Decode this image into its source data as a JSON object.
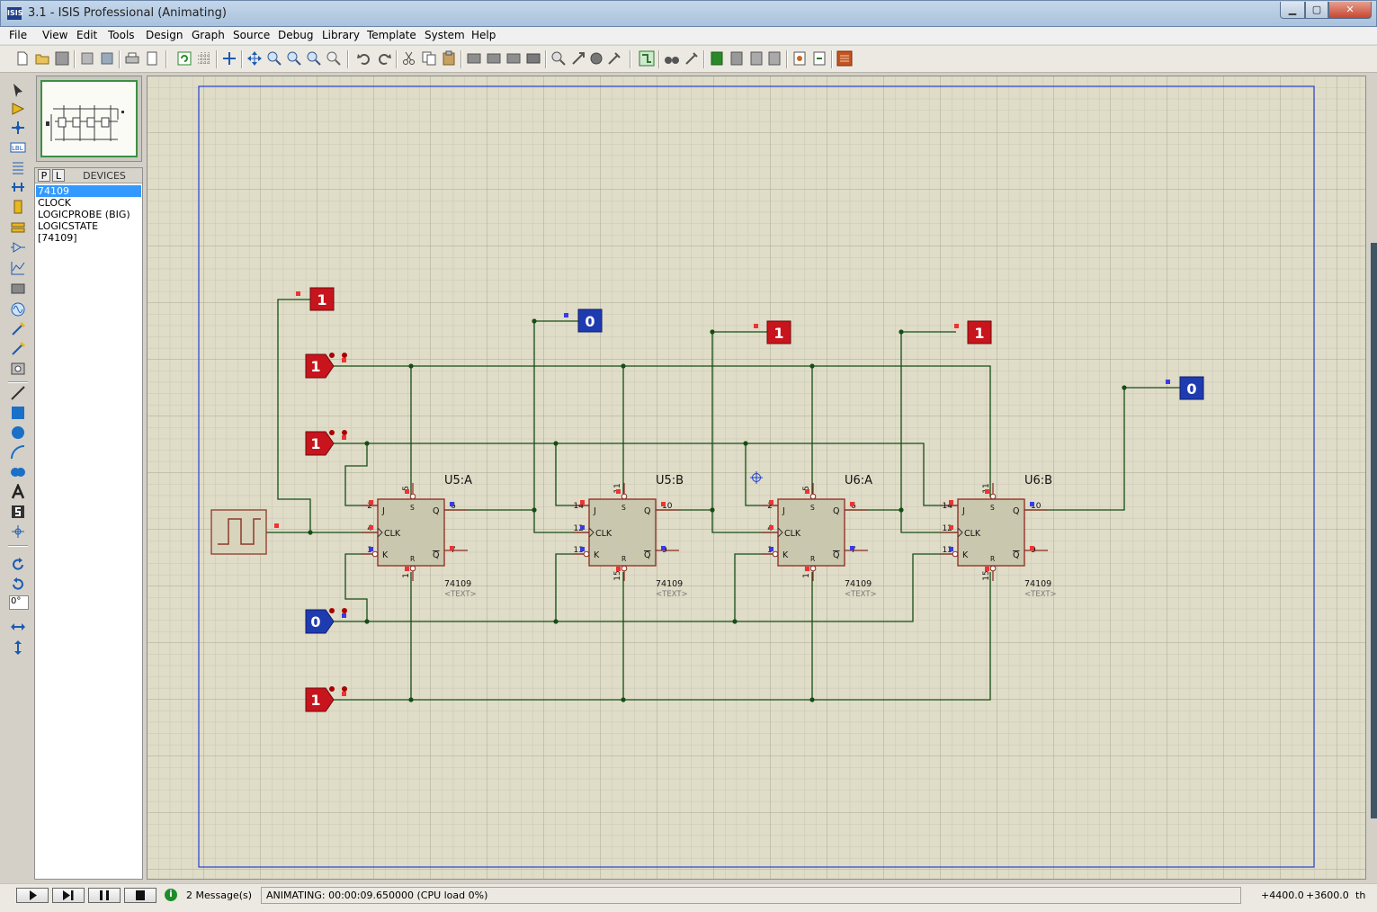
{
  "window": {
    "title": "3.1 - ISIS Professional (Animating)",
    "icon": "ISIS",
    "min_glyph": "▁",
    "max_glyph": "▢",
    "close_glyph": "✕"
  },
  "menu": [
    "File",
    "Edit",
    "View",
    "Tools",
    "Design",
    "Graph",
    "Source",
    "Debug",
    "Library",
    "Template",
    "System",
    "Help"
  ],
  "devices": {
    "tab_p": "P",
    "tab_l": "L",
    "title": "DEVICES",
    "items": [
      "74109",
      "CLOCK",
      "LOGICPROBE (BIG)",
      "LOGICSTATE",
      "[74109]"
    ],
    "selected_index": 0
  },
  "angle": "0°",
  "schematic": {
    "chips": [
      {
        "ref": "U5:A",
        "part": "74109",
        "text": "<TEXT>",
        "pin_s": "5",
        "pin_r": "1",
        "pin_j": "2",
        "pin_clk": "4",
        "pin_k": "3",
        "pin_q": "6",
        "pin_qbar": "7"
      },
      {
        "ref": "U5:B",
        "part": "74109",
        "text": "<TEXT>",
        "pin_s": "11",
        "pin_r": "15",
        "pin_j": "14",
        "pin_clk": "12",
        "pin_k": "13",
        "pin_q": "10",
        "pin_qbar": "9"
      },
      {
        "ref": "U6:A",
        "part": "74109",
        "text": "<TEXT>",
        "pin_s": "5",
        "pin_r": "1",
        "pin_j": "2",
        "pin_clk": "4",
        "pin_k": "3",
        "pin_q": "6",
        "pin_qbar": "7"
      },
      {
        "ref": "U6:B",
        "part": "74109",
        "text": "<TEXT>",
        "pin_s": "11",
        "pin_r": "15",
        "pin_j": "14",
        "pin_clk": "12",
        "pin_k": "13",
        "pin_q": "10",
        "pin_qbar": "9"
      }
    ],
    "pin_labels": {
      "j": "J",
      "clk": "CLK",
      "k": "K",
      "q": "Q",
      "qbar": "Q",
      "s": "S",
      "r": "R"
    },
    "probes": [
      "1",
      "0",
      "1",
      "1",
      "0"
    ],
    "logic_states": [
      "1",
      "1",
      "0",
      "1"
    ]
  },
  "status": {
    "messages": "2 Message(s)",
    "animating": "ANIMATING: 00:00:09.650000 (CPU load 0%)",
    "coord_x": "+4400.0",
    "coord_y": "+3600.0",
    "units": "th"
  }
}
